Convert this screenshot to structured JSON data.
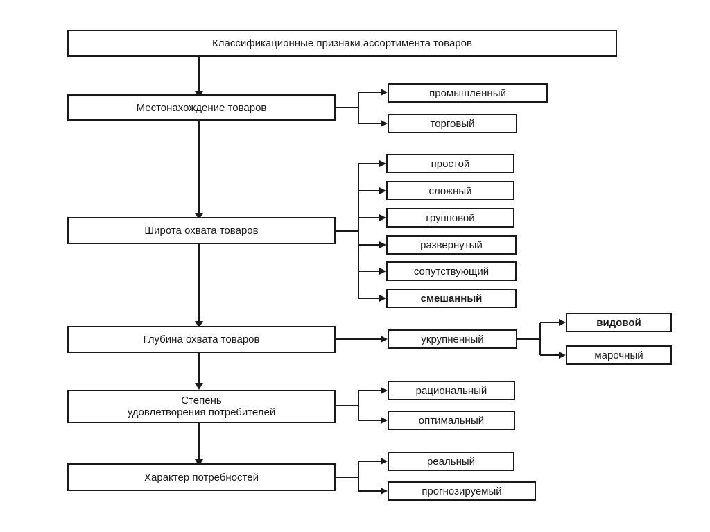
{
  "title": "Классификационные признаки ассортимента товаров",
  "criteria": [
    {
      "label": "Местонахождение товаров",
      "types": [
        "промышленный",
        "торговый"
      ]
    },
    {
      "label": "Широта охвата товаров",
      "types": [
        "простой",
        "сложный",
        "групповой",
        "развернутый",
        "сопутствующий",
        "смешанный"
      ]
    },
    {
      "label": "Глубина охвата товаров",
      "types": [
        "укрупненный"
      ],
      "subtypes": [
        "видовой",
        "марочный"
      ]
    },
    {
      "label_line1": "Степень",
      "label_line2": "удовлетворения потребителей",
      "types": [
        "рациональный",
        "оптимальный"
      ]
    },
    {
      "label": "Характер потребностей",
      "types": [
        "реальный",
        "прогнозируемый"
      ]
    }
  ]
}
